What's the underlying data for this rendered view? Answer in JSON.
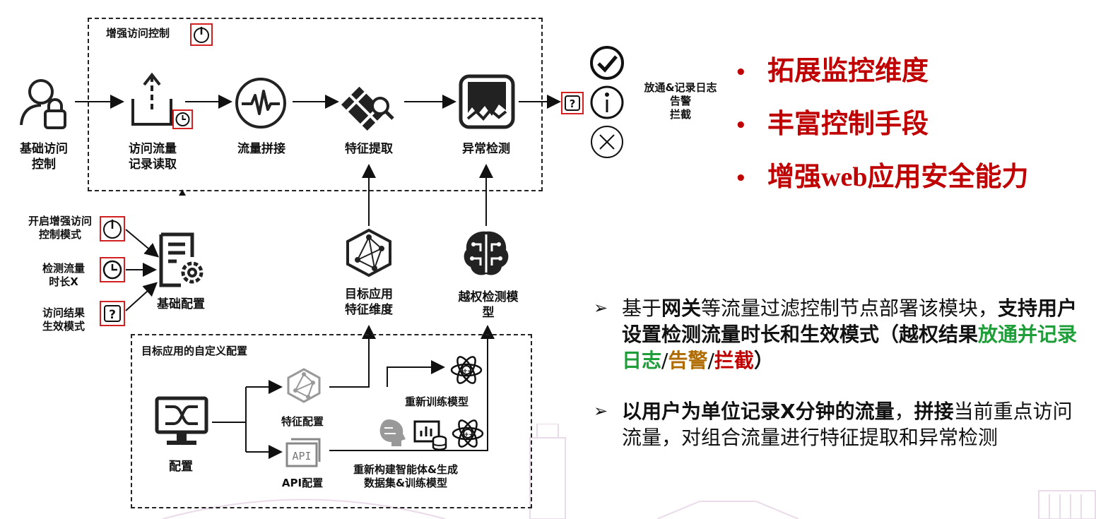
{
  "top_box": {
    "title": "增强访问控制"
  },
  "nodes": {
    "basic_access": "基础访问\n控制",
    "record_read": "访问流量\n记录读取",
    "stitch": "流量拼接",
    "feature_extract": "特征提取",
    "anomaly": "异常检测",
    "basic_config": "基础配置",
    "target_feature": "目标应用\n特征维度",
    "priv_model": "越权检测模\n型"
  },
  "outcomes": {
    "pass_log": "放通&记录日志",
    "alert": "告警",
    "block": "拦截"
  },
  "config_options": {
    "enable": "开启增强访问\n控制模式",
    "duration": "检测流量\n时长X",
    "result": "访问结果\n生效模式"
  },
  "custom_box": {
    "title": "目标应用的自定义配置",
    "config": "配置",
    "feature_config": "特征配置",
    "api_config": "API配置",
    "api_icon_text": "API",
    "retrain": "重新训练模型",
    "rebuild": "重新构建智能体&生成\n数据集&训练模型"
  },
  "bullets": [
    "拓展监控维度",
    "丰富控制手段",
    "增强web应用安全能力"
  ],
  "paragraphs": {
    "p1": [
      {
        "t": "基于",
        "s": ""
      },
      {
        "t": "网关",
        "s": "b"
      },
      {
        "t": "等流量过滤控制节点部署该模块，",
        "s": ""
      },
      {
        "t": "支持用户设置检测流量时长和生效模式（越权结果",
        "s": "b"
      },
      {
        "t": "放通并记录日志",
        "s": "green"
      },
      {
        "t": "/",
        "s": ""
      },
      {
        "t": "告警",
        "s": "brown"
      },
      {
        "t": "/",
        "s": ""
      },
      {
        "t": "拦截",
        "s": "red"
      },
      {
        "t": "）",
        "s": "b"
      }
    ],
    "p2": [
      {
        "t": "以用户为单位记录X分钟的流量",
        "s": "b"
      },
      {
        "t": "，",
        "s": ""
      },
      {
        "t": "拼接",
        "s": "b"
      },
      {
        "t": "当前重点访问流量，对组合流量进行特征提取和异常检测",
        "s": ""
      }
    ]
  },
  "colors": {
    "accent_red": "#c00000",
    "green": "#1e9e38",
    "brown": "#b06b00",
    "box_red": "#d42020"
  }
}
